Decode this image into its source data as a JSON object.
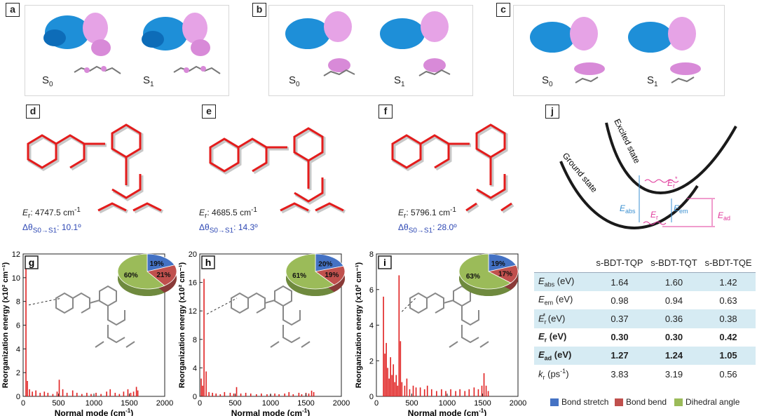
{
  "panels": {
    "a": {
      "label": "a",
      "s0": "S",
      "s0_sub": "0",
      "s1": "S",
      "s1_sub": "1"
    },
    "b": {
      "label": "b",
      "s0": "S",
      "s0_sub": "0",
      "s1": "S",
      "s1_sub": "1"
    },
    "c": {
      "label": "c",
      "s0": "S",
      "s0_sub": "0",
      "s1": "S",
      "s1_sub": "1"
    },
    "d": {
      "label": "d",
      "er_label": "E",
      "er_sub": "r",
      "er_value": ": 4747.5 cm",
      "er_unit_sup": "-1",
      "dtheta_label": "Δθ",
      "dtheta_sub": "S0→S1",
      "dtheta_value": ": 10.1º"
    },
    "e": {
      "label": "e",
      "er_label": "E",
      "er_sub": "r",
      "er_value": ": 4685.5 cm",
      "er_unit_sup": "-1",
      "dtheta_label": "Δθ",
      "dtheta_sub": "S0→S1",
      "dtheta_value": ": 14.3º"
    },
    "f": {
      "label": "f",
      "er_label": "E",
      "er_sub": "r",
      "er_value": ": 5796.1 cm",
      "er_unit_sup": "-1",
      "dtheta_label": "Δθ",
      "dtheta_sub": "S0→S1",
      "dtheta_value": ": 28.0º"
    },
    "j": {
      "label": "j",
      "excited": "Excited state",
      "ground": "Ground state",
      "eabs": "E",
      "eabs_sub": "abs",
      "eem": "E",
      "eem_sub": "em",
      "er": "E",
      "er_sub": "r",
      "erstar": "E",
      "erstar_sub": "r",
      "erstar_sup": "*",
      "ead": "E",
      "ead_sub": "ad"
    }
  },
  "colors": {
    "bond_stretch": "#4472c4",
    "bond_bend": "#c0504d",
    "dihedral": "#9bbb59",
    "bars": "#e02020",
    "ground_excited": "#1a1a1a",
    "pink": "#e0399b",
    "blue": "#3a8fd0"
  },
  "chart_data": [
    {
      "type": "bar",
      "panel_label": "g",
      "xlabel": "Normal mode (cm",
      "xlabel_sup": "-1",
      "xlabel_end": ")",
      "ylabel": "Reorganization energy (x10² cm⁻¹)",
      "xlim": [
        0,
        2000
      ],
      "ylim": [
        0,
        12
      ],
      "xticks": [
        0,
        500,
        1000,
        1500,
        2000
      ],
      "yticks": [
        0,
        2,
        4,
        6,
        8,
        10,
        12
      ],
      "bars": [
        [
          40,
          11.0
        ],
        [
          60,
          1.3
        ],
        [
          90,
          0.6
        ],
        [
          130,
          0.4
        ],
        [
          180,
          0.5
        ],
        [
          240,
          0.3
        ],
        [
          300,
          0.4
        ],
        [
          350,
          0.3
        ],
        [
          420,
          0.2
        ],
        [
          480,
          0.4
        ],
        [
          510,
          1.4
        ],
        [
          560,
          0.6
        ],
        [
          620,
          0.3
        ],
        [
          700,
          0.5
        ],
        [
          760,
          0.3
        ],
        [
          830,
          0.2
        ],
        [
          900,
          0.3
        ],
        [
          960,
          0.2
        ],
        [
          1030,
          0.3
        ],
        [
          1100,
          0.2
        ],
        [
          1180,
          0.4
        ],
        [
          1230,
          0.6
        ],
        [
          1300,
          0.3
        ],
        [
          1360,
          0.2
        ],
        [
          1420,
          0.4
        ],
        [
          1480,
          0.6
        ],
        [
          1520,
          0.3
        ],
        [
          1560,
          0.4
        ],
        [
          1600,
          0.8
        ],
        [
          1620,
          0.5
        ]
      ],
      "pie": [
        {
          "name": "Bond stretch",
          "value": 19,
          "label": "19%"
        },
        {
          "name": "Bond bend",
          "value": 21,
          "label": "21%"
        },
        {
          "name": "Dihedral angle",
          "value": 60,
          "label": "60%"
        }
      ]
    },
    {
      "type": "bar",
      "panel_label": "h",
      "xlabel": "Normal mode (cm",
      "xlabel_sup": "-1",
      "xlabel_end": ")",
      "ylabel": "Reorganization energy (x10² cm⁻¹)",
      "xlim": [
        0,
        2000
      ],
      "ylim": [
        0,
        20
      ],
      "xticks": [
        0,
        500,
        1000,
        1500,
        2000
      ],
      "yticks": [
        0,
        4,
        8,
        12,
        16,
        20
      ],
      "bars": [
        [
          20,
          2.5
        ],
        [
          40,
          1.5
        ],
        [
          60,
          16.5
        ],
        [
          90,
          3.5
        ],
        [
          130,
          0.6
        ],
        [
          180,
          0.5
        ],
        [
          230,
          0.4
        ],
        [
          290,
          0.3
        ],
        [
          350,
          0.6
        ],
        [
          430,
          0.5
        ],
        [
          480,
          0.4
        ],
        [
          520,
          1.3
        ],
        [
          580,
          0.4
        ],
        [
          650,
          0.5
        ],
        [
          720,
          0.4
        ],
        [
          800,
          0.3
        ],
        [
          870,
          0.4
        ],
        [
          950,
          0.3
        ],
        [
          1000,
          0.3
        ],
        [
          1060,
          0.4
        ],
        [
          1120,
          0.3
        ],
        [
          1200,
          0.4
        ],
        [
          1260,
          0.6
        ],
        [
          1320,
          0.3
        ],
        [
          1400,
          0.5
        ],
        [
          1440,
          0.3
        ],
        [
          1500,
          0.5
        ],
        [
          1540,
          0.4
        ],
        [
          1580,
          0.8
        ],
        [
          1610,
          0.6
        ]
      ],
      "pie": [
        {
          "name": "Bond stretch",
          "value": 20,
          "label": "20%"
        },
        {
          "name": "Bond bend",
          "value": 19,
          "label": "19%"
        },
        {
          "name": "Dihedral angle",
          "value": 61,
          "label": "61%"
        }
      ]
    },
    {
      "type": "bar",
      "panel_label": "i",
      "xlabel": "Normal mode (cm",
      "xlabel_sup": "-1",
      "xlabel_end": ")",
      "ylabel": "Reorganization energy (x10² cm⁻¹)",
      "xlim": [
        0,
        2000
      ],
      "ylim": [
        0,
        8
      ],
      "xticks": [
        0,
        500,
        1000,
        1500,
        2000
      ],
      "yticks": [
        0,
        2,
        4,
        6,
        8
      ],
      "bars": [
        [
          100,
          5.6
        ],
        [
          120,
          2.4
        ],
        [
          140,
          3.0
        ],
        [
          160,
          1.6
        ],
        [
          180,
          1.0
        ],
        [
          200,
          2.2
        ],
        [
          220,
          1.2
        ],
        [
          240,
          1.8
        ],
        [
          260,
          0.8
        ],
        [
          280,
          1.2
        ],
        [
          300,
          0.6
        ],
        [
          320,
          6.8
        ],
        [
          340,
          3.1
        ],
        [
          360,
          0.8
        ],
        [
          400,
          0.6
        ],
        [
          430,
          1.0
        ],
        [
          470,
          0.4
        ],
        [
          520,
          0.6
        ],
        [
          560,
          0.5
        ],
        [
          620,
          0.5
        ],
        [
          680,
          0.4
        ],
        [
          720,
          0.6
        ],
        [
          780,
          0.4
        ],
        [
          850,
          0.3
        ],
        [
          920,
          0.4
        ],
        [
          980,
          0.3
        ],
        [
          1050,
          0.4
        ],
        [
          1120,
          0.3
        ],
        [
          1180,
          0.4
        ],
        [
          1250,
          0.3
        ],
        [
          1310,
          0.4
        ],
        [
          1380,
          0.5
        ],
        [
          1440,
          0.4
        ],
        [
          1490,
          0.6
        ],
        [
          1520,
          1.3
        ],
        [
          1550,
          0.6
        ],
        [
          1580,
          0.3
        ]
      ],
      "pie": [
        {
          "name": "Bond stretch",
          "value": 19,
          "label": "19%"
        },
        {
          "name": "Bond bend",
          "value": 17,
          "label": "17%"
        },
        {
          "name": "Dihedral angle",
          "value": 63,
          "label": "63%"
        }
      ]
    },
    {
      "type": "table",
      "columns": [
        "",
        "s-BDT-TQP",
        "s-BDT-TQT",
        "s-BDT-TQE"
      ],
      "rows": [
        {
          "sym": "E",
          "sub": "abs",
          "sup": "",
          "unit": " (eV)",
          "values": [
            "1.64",
            "1.60",
            "1.42"
          ],
          "shade": true,
          "bold": false
        },
        {
          "sym": "E",
          "sub": "em",
          "sup": "",
          "unit": " (eV)",
          "values": [
            "0.98",
            "0.94",
            "0.63"
          ],
          "shade": false,
          "bold": false
        },
        {
          "sym": "E",
          "sub": "r",
          "sup": "*",
          "unit": " (eV)",
          "values": [
            "0.37",
            "0.36",
            "0.38"
          ],
          "shade": true,
          "bold": false
        },
        {
          "sym": "E",
          "sub": "r",
          "sup": "",
          "unit": " (eV)",
          "values": [
            "0.30",
            "0.30",
            "0.42"
          ],
          "shade": false,
          "bold": true
        },
        {
          "sym": "E",
          "sub": "ad",
          "sup": "",
          "unit": " (eV)",
          "values": [
            "1.27",
            "1.24",
            "1.05"
          ],
          "shade": true,
          "bold": true
        },
        {
          "sym": "k",
          "sub": "r",
          "sup": "",
          "unit": " (ps",
          "unit_sup": "-1",
          "unit_end": ")",
          "values": [
            "3.83",
            "3.19",
            "0.56"
          ],
          "shade": false,
          "bold": false
        }
      ]
    }
  ],
  "legend": [
    {
      "name": "Bond stretch",
      "key": "bond_stretch"
    },
    {
      "name": "Bond bend",
      "key": "bond_bend"
    },
    {
      "name": "Dihedral angle",
      "key": "dihedral"
    }
  ]
}
